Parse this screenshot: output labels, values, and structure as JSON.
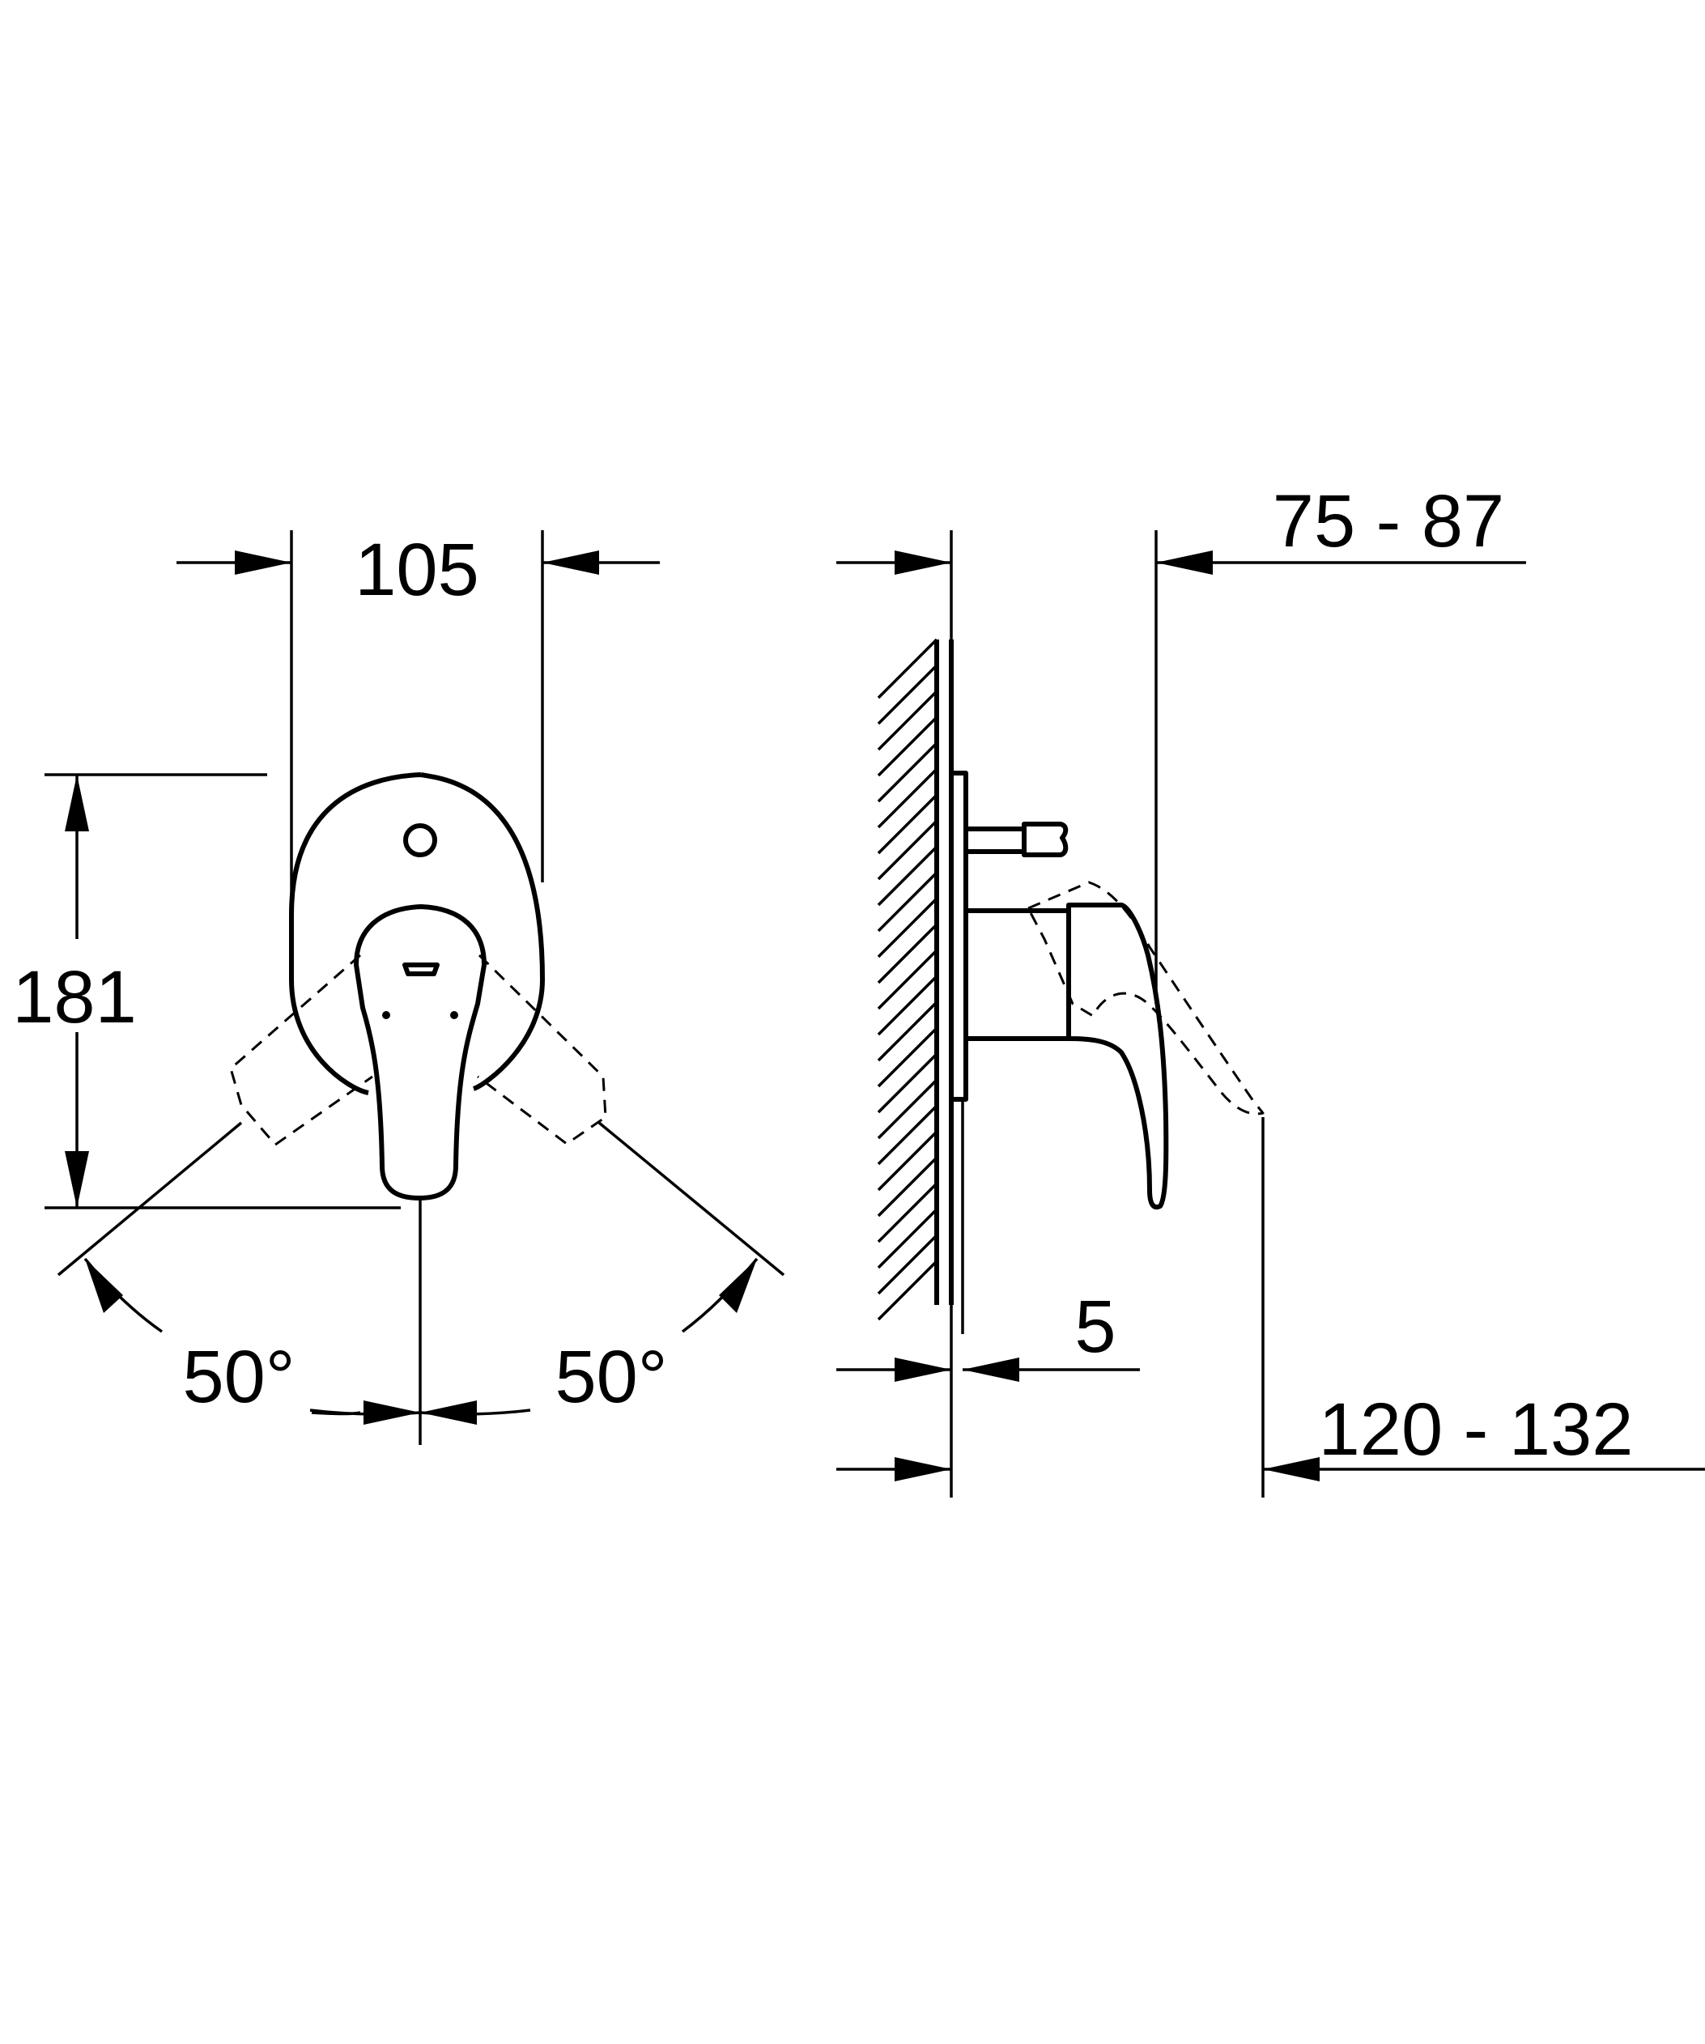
{
  "dimensions": {
    "width": "105",
    "height": "181",
    "angle_left": "50°",
    "angle_right": "50°",
    "depth_handle": "75 - 87",
    "depth_handle_rotated": "120 - 132",
    "plate_thickness": "5"
  },
  "colors": {
    "line": "#000000",
    "background": "#ffffff"
  }
}
